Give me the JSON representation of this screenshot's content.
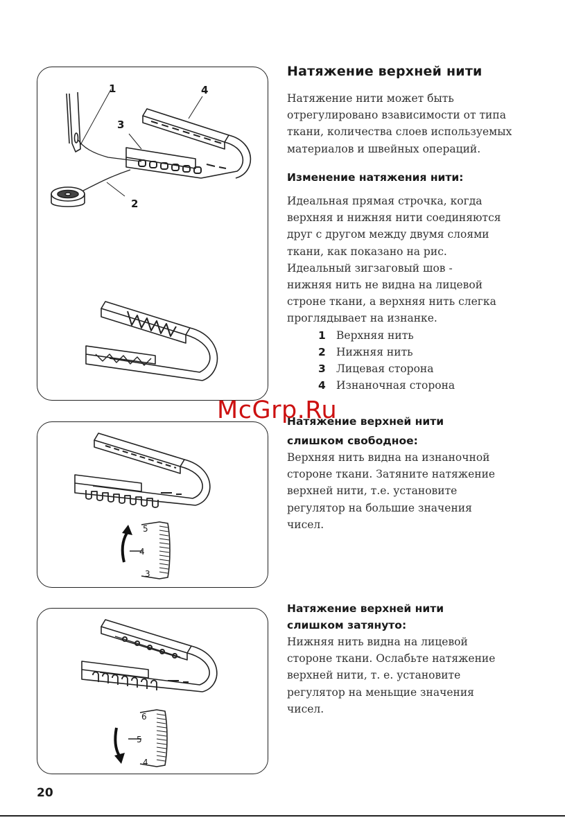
{
  "page_number": "20",
  "watermark": "McGrp.Ru",
  "section": {
    "title": "Натяжение верхней нити",
    "intro": [
      "Натяжение нити может быть",
      "отрегулировано взависимости от типа",
      "ткани, количества слоев используемых",
      "материалов и швейных операций."
    ]
  },
  "change": {
    "heading": "Изменение натяжения нити:",
    "body": [
      "Идеальная прямая строчка, когда",
      "верхняя и нижняя нити соединяются",
      "друг с другом между двумя слоями",
      "ткани, как показано на рис.",
      "Идеальный зигзаговый шов -",
      "нижняя нить не видна на лицевой",
      "строне ткани, а верхняя нить слегка",
      "проглядывает на изнанке."
    ],
    "legend": [
      {
        "num": "1",
        "label": "Верхняя нить"
      },
      {
        "num": "2",
        "label": "Нижняя нить"
      },
      {
        "num": "3",
        "label": "Лицевая сторона"
      },
      {
        "num": "4",
        "label": "Изнаночная сторона"
      }
    ]
  },
  "loose": {
    "heading": [
      "Натяжение верхней нити",
      "слишком свободное:"
    ],
    "body": [
      "Верхняя нить видна на изнаночной",
      "стороне ткани. Затяните натяжение",
      "верхней нити, т.е. установите",
      "регулятор на большие значения",
      "чисел."
    ]
  },
  "tight": {
    "heading": [
      "Натяжение верхней нити",
      "слишком затянуто:"
    ],
    "body": [
      "Нижняя нить видна на лицевой",
      "стороне ткани. Ослабьте натяжение",
      "верхней нити, т. е. установите",
      "регулятор на меньщие значения",
      "чисел."
    ]
  },
  "figure1": {
    "callouts": [
      "1",
      "2",
      "3",
      "4"
    ]
  },
  "dial_loose": {
    "labels": [
      "5",
      "4",
      "3"
    ],
    "direction": "up"
  },
  "dial_tight": {
    "labels": [
      "6",
      "5",
      "4"
    ],
    "direction": "down"
  }
}
